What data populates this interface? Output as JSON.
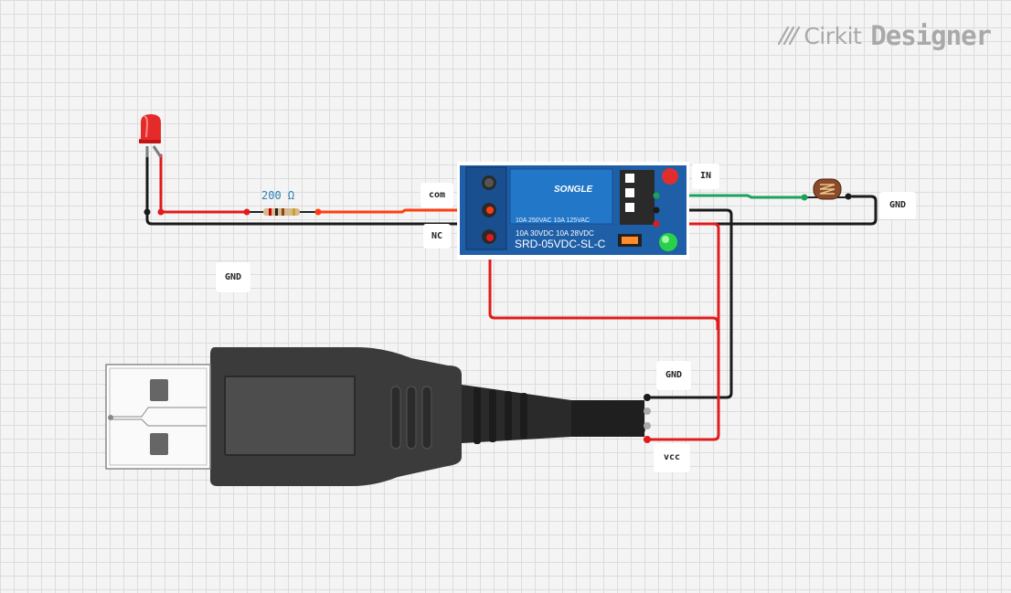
{
  "brand": {
    "name_part1": "Cirkit",
    "name_part2": "Designer"
  },
  "resistor": {
    "value_label": "200 Ω"
  },
  "relay": {
    "brand_text": "SONGLE",
    "model_text": "SRD-05VDC-SL-C",
    "rating_line1": "10A 250VAC 10A 125VAC",
    "rating_line2": "10A 30VDC 10A 28VDC"
  },
  "labels": {
    "com": "com",
    "nc": "NC",
    "in": "IN",
    "gnd_right": "GND",
    "gnd_left": "GND",
    "gnd_usb": "GND",
    "vcc": "vcc"
  },
  "colors": {
    "wire_black": "#1a1a1a",
    "wire_red": "#e11b1b",
    "wire_orange": "#ff3d12",
    "wire_green": "#1aa35a",
    "relay_blue": "#1e5fa8",
    "usb_body": "#3a3a3a"
  }
}
